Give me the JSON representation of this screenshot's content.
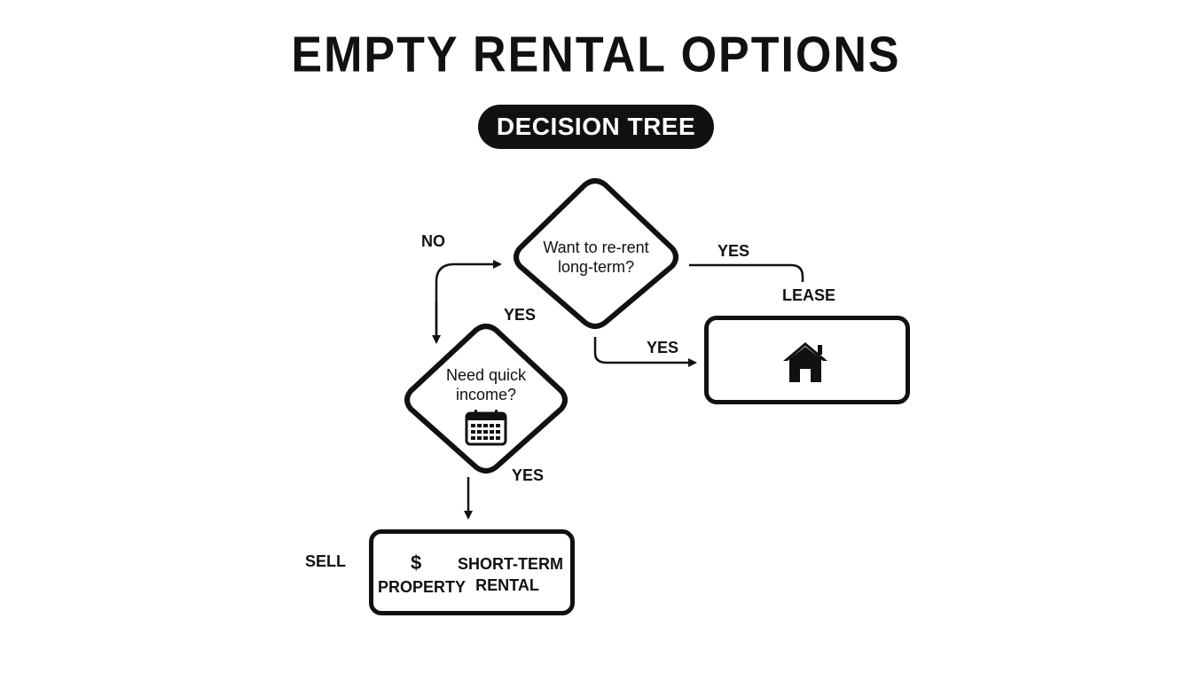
{
  "title": "EMPTY RENTAL OPTIONS",
  "subtitle": "DECISION TREE",
  "nodes": {
    "q1": {
      "line1": "Want to re-rent",
      "line2": "long-term?"
    },
    "q2": {
      "line1": "Need quick",
      "line2": "income?",
      "icon": "calendar-icon"
    },
    "lease_box": {
      "icon": "house-icon"
    },
    "bottom_box": {
      "dollar": "$",
      "left_label": "PROPERTY",
      "right_line1": "SHORT-TERM",
      "right_line2": "RENTAL"
    }
  },
  "labels": {
    "no": "NO",
    "yes_top_right": "YES",
    "lease": "LEASE",
    "yes_q1_down": "YES",
    "yes_left": "YES",
    "yes_q2": "YES",
    "sell": "SELL"
  },
  "colors": {
    "ink": "#111111",
    "background": "#ffffff"
  }
}
